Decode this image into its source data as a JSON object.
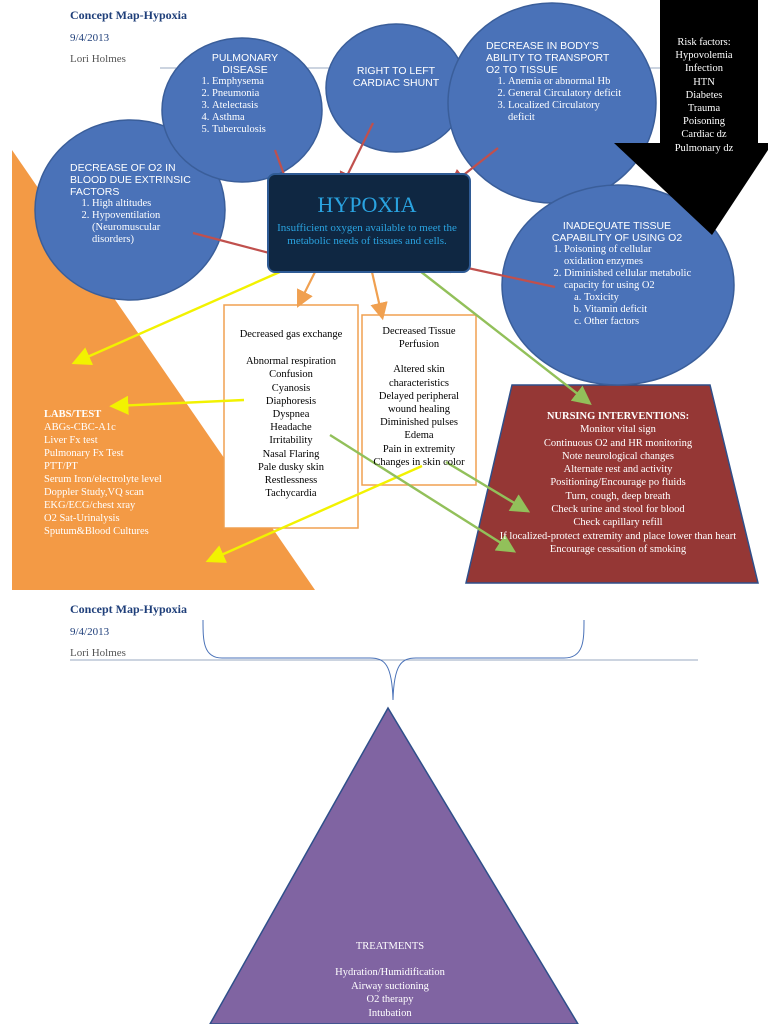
{
  "header1": {
    "title": "Concept Map-Hypoxia",
    "date": "9/4/2013",
    "author": "Lori Holmes"
  },
  "header2": {
    "title": "Concept Map-Hypoxia",
    "date": "9/4/2013",
    "author": "Lori Holmes"
  },
  "pulmonary": {
    "title": "PULMONARY DISEASE",
    "items": [
      "Emphysema",
      "Pneumonia",
      "Atelectasis",
      "Asthma",
      "Tuberculosis"
    ]
  },
  "shunt": {
    "title": "RIGHT TO LEFT CARDIAC SHUNT"
  },
  "transport": {
    "title": "DECREASE IN BODY'S ABILITY TO TRANSPORT O2 TO TISSUE",
    "items": [
      "Anemia or abnormal Hb",
      "General Circulatory deficit",
      "Localized Circulatory deficit"
    ]
  },
  "decrease": {
    "title": "DECREASE OF O2 IN BLOOD DUE EXTRINSIC FACTORS",
    "items": [
      "High altitudes",
      "Hypoventilation (Neuromuscular disorders)"
    ]
  },
  "inadequate": {
    "title": "INADEQUATE TISSUE CAPABILITY OF USING O2",
    "items": [
      "Poisoning of cellular oxidation enzymes",
      "Diminished cellular metabolic capacity for using O2"
    ],
    "subitems": [
      "Toxicity",
      "Vitamin deficit",
      "Other factors"
    ]
  },
  "risk": {
    "title": "Risk factors:",
    "items": [
      "Hypovolemia",
      "Infection",
      "HTN",
      "Diabetes",
      "Trauma",
      "Poisoning",
      "Cardiac dz",
      "Pulmonary dz"
    ]
  },
  "hypoxia": {
    "title": "HYPOXIA",
    "subtitle": "Insufficient oxygen available to meet the metabolic needs of tissues and cells."
  },
  "gas": {
    "title": "Decreased gas exchange",
    "items": [
      "Abnormal respiration",
      "Confusion",
      "Cyanosis",
      "Diaphoresis",
      "Dyspnea",
      "Headache",
      "Irritability",
      "Nasal Flaring",
      "Pale dusky skin",
      "Restlessness",
      "Tachycardia"
    ]
  },
  "perfusion": {
    "title": "Decreased Tissue Perfusion",
    "items": [
      "Altered skin characteristics",
      "Delayed peripheral wound healing",
      "Diminished pulses",
      "Edema",
      "Pain in extremity",
      "Changes in skin color"
    ]
  },
  "labs": {
    "title": "LABS/TEST",
    "items": [
      "ABGs-CBC-A1c",
      "Liver Fx test",
      "Pulmonary Fx Test",
      "PTT/PT",
      "Serum Iron/electrolyte level",
      "Doppler Study,VQ scan",
      "EKG/ECG/chest xray",
      "O2 Sat-Urinalysis",
      "Sputum&Blood Cultures"
    ]
  },
  "nursing": {
    "title": "NURSING INTERVENTIONS:",
    "items": [
      "Monitor vital sign",
      "Continuous O2 and HR monitoring",
      "Note neurological changes",
      "Alternate rest and activity",
      "Positioning/Encourage po fluids",
      "Turn, cough, deep breath",
      "Check urine and stool for blood",
      "Check capillary refill",
      "If localized-protect extremity and place lower than heart",
      "Encourage cessation of smoking"
    ]
  },
  "treatments": {
    "title": "TREATMENTS",
    "items": [
      "Hydration/Humidification",
      "Airway suctioning",
      "O2 therapy",
      "Intubation"
    ]
  },
  "colors": {
    "ellipse": "#4a72b8",
    "ellipse_border": "#3a5e9a",
    "hypoxia_bg": "#0f2742",
    "orange": "#f39a45",
    "maroon": "#953735",
    "purple": "#8064a2",
    "black": "#000000",
    "arrow_red": "#c0504d",
    "arrow_yellow": "#f2f200",
    "arrow_green": "#92c05a",
    "arrow_orange": "#f0a050"
  }
}
